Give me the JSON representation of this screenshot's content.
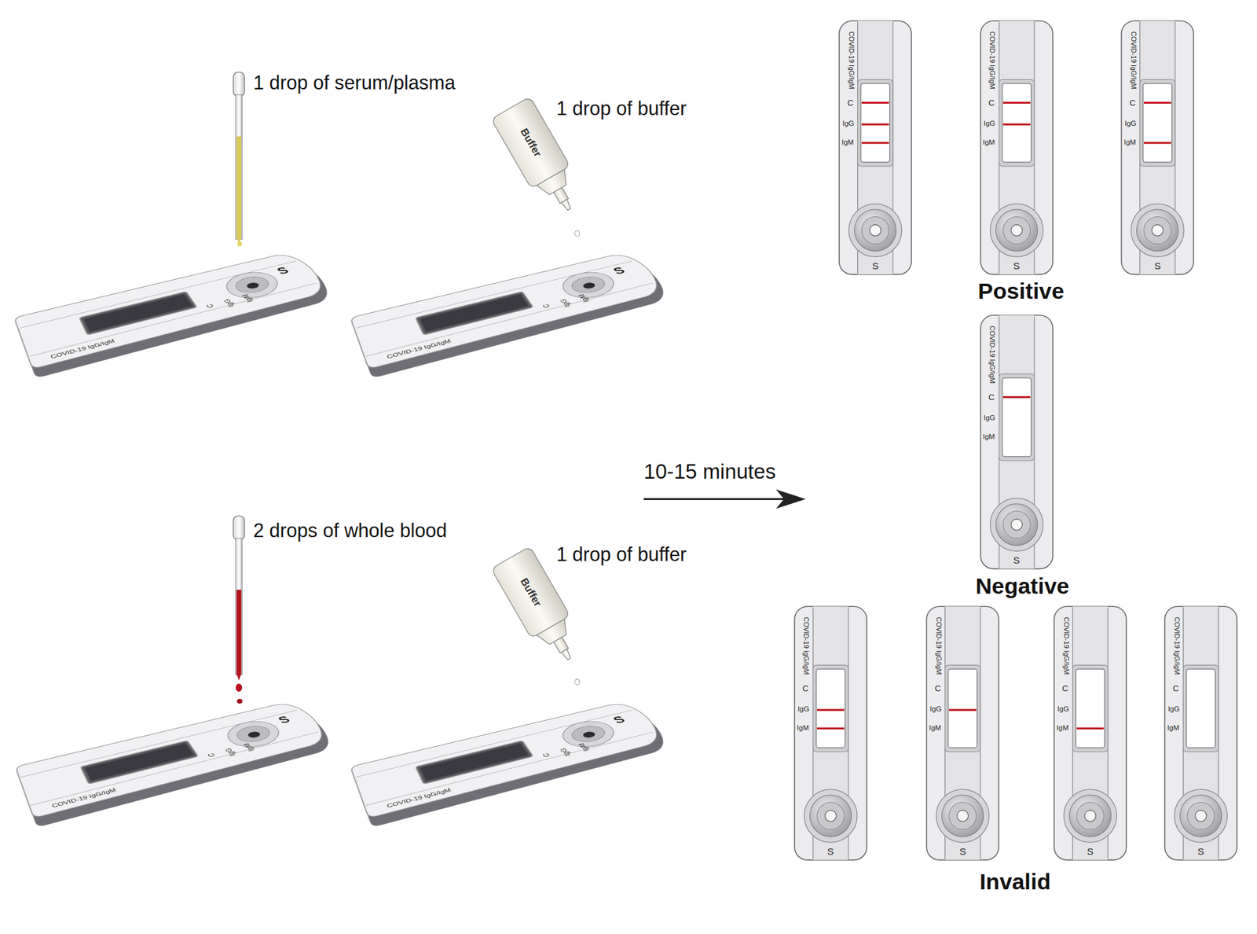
{
  "diagram": {
    "nodes": [
      {
        "text": [
          "S",
          "IgM",
          "IgG",
          "C",
          "COVID-19 IgG/IgM"
        ]
      },
      {
        "text": [
          "Buffer"
        ]
      },
      {
        "text": [
          "S",
          "IgM",
          "IgG",
          "C",
          "COVID-19 IgG/IgM"
        ]
      },
      {
        "text": [
          "COVID-19 IgG/IgM",
          "C",
          "IgG",
          "IgM",
          "S"
        ]
      },
      {
        "text": [
          "COVID-19 IgG/IgM",
          "C",
          "IgG",
          "IgM",
          "S"
        ]
      },
      {
        "text": [
          "COVID-19 IgG/IgM",
          "C",
          "IgG",
          "IgM",
          "S"
        ]
      },
      {
        "text": [
          "COVID-19 IgG/IgM",
          "C",
          "IgG",
          "IgM",
          "S"
        ]
      },
      {
        "text": [
          "S",
          "IgM",
          "IgG",
          "C",
          "COVID-19 IgG/IgM"
        ]
      },
      {
        "text": [
          "Buffer"
        ]
      },
      {
        "text": [
          "S",
          "IgM",
          "IgG",
          "C",
          "COVID-19 IgG/IgM"
        ]
      },
      {
        "text": [
          "COVID-19 IgG/IgM",
          "C",
          "IgG",
          "IgM",
          "S"
        ]
      },
      {
        "text": [
          "COVID-19 IgG/IgM",
          "C",
          "IgG",
          "IgM",
          "S"
        ]
      },
      {
        "text": [
          "COVID-19 IgG/IgM",
          "C",
          "IgG",
          "IgM",
          "S"
        ]
      },
      {
        "text": [
          "COVID-19 IgG/IgM",
          "C",
          "IgG",
          "IgM",
          "S"
        ]
      }
    ],
    "labels": [
      "1 drop of serum/plasma",
      "1 drop of buffer",
      "Positive",
      "10-15 minutes",
      "Negative",
      "2 drops of whole blood",
      "1 drop of buffer",
      "Invalid"
    ]
  }
}
